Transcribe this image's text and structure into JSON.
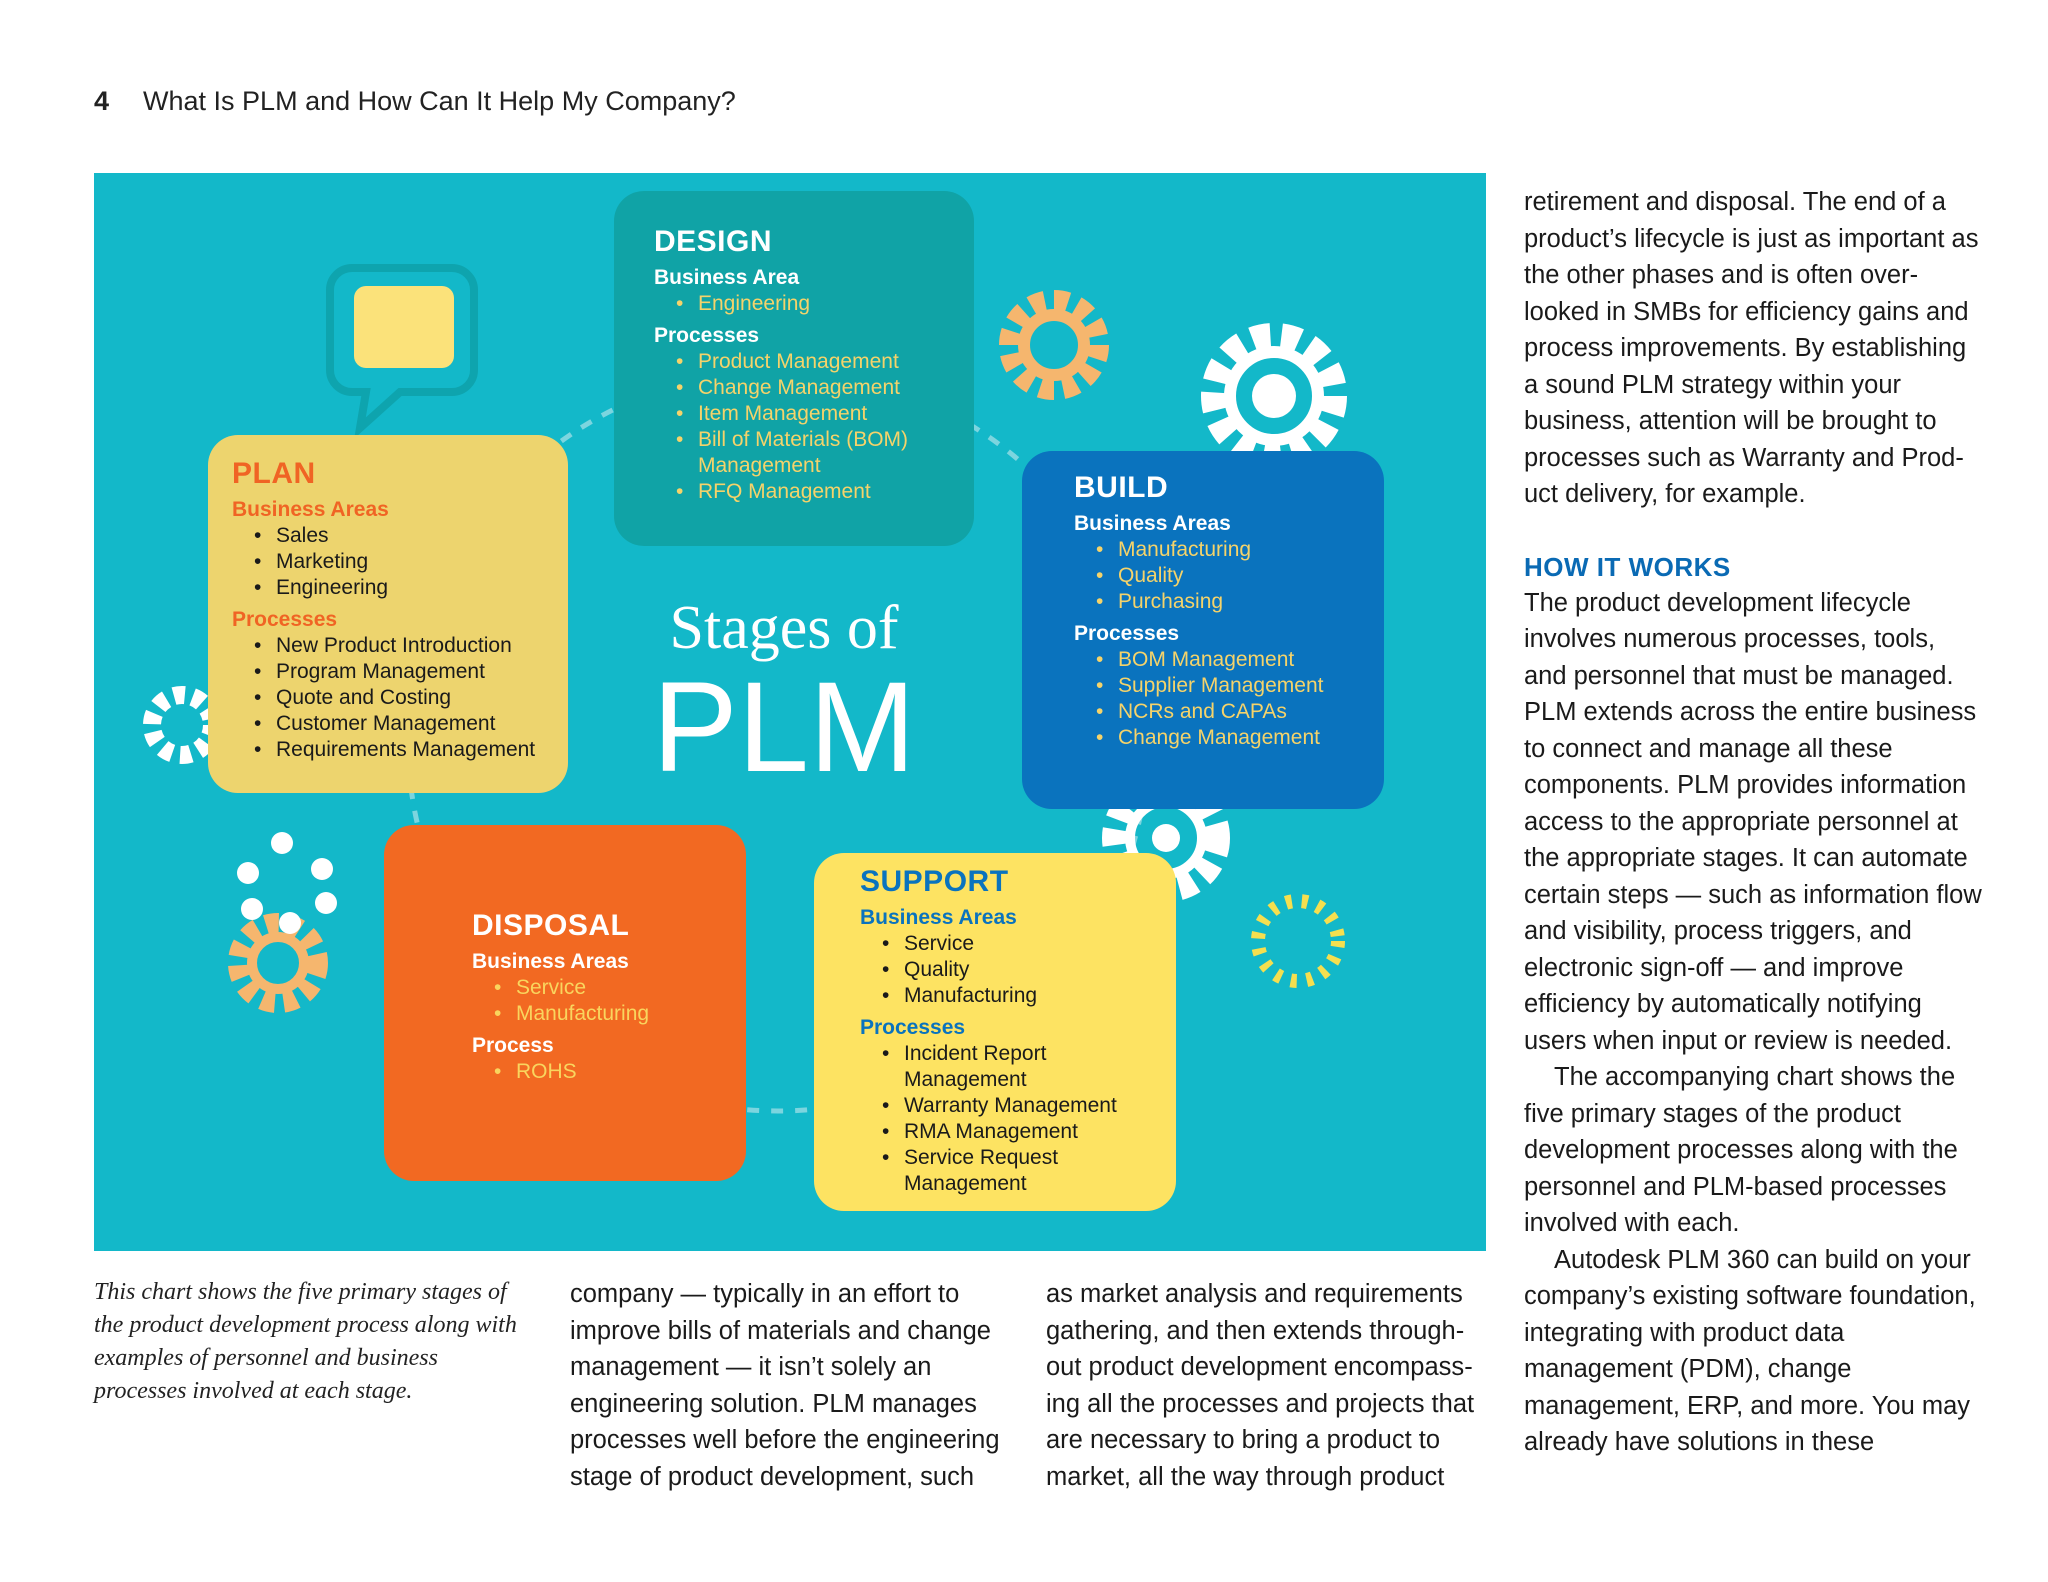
{
  "header": {
    "page_number": "4",
    "title": "What Is PLM and How Can It Help My Company?"
  },
  "figure": {
    "center": {
      "line1": "Stages of",
      "line2": "PLM"
    },
    "design": {
      "title": "DESIGN",
      "business_label": "Business Area",
      "business": [
        "Engineering"
      ],
      "process_label": "Processes",
      "processes": [
        "Product Management",
        "Change Management",
        "Item Management",
        "Bill of Materials (BOM) Management",
        "RFQ Management"
      ]
    },
    "plan": {
      "title": "PLAN",
      "business_label": "Business Areas",
      "business": [
        "Sales",
        "Marketing",
        "Engineering"
      ],
      "process_label": "Processes",
      "processes": [
        "New Product Introduction",
        "Program Management",
        "Quote and Costing",
        "Customer Management",
        "Requirements Management"
      ]
    },
    "build": {
      "title": "BUILD",
      "business_label": "Business Areas",
      "business": [
        "Manufacturing",
        "Quality",
        "Purchasing"
      ],
      "process_label": "Processes",
      "processes": [
        "BOM Management",
        "Supplier Management",
        "NCRs and CAPAs",
        "Change Management"
      ]
    },
    "disposal": {
      "title": "DISPOSAL",
      "business_label": "Business Areas",
      "business": [
        "Service",
        "Manufacturing"
      ],
      "process_label": "Process",
      "processes": [
        "ROHS"
      ]
    },
    "support": {
      "title": "SUPPORT",
      "business_label": "Business Areas",
      "business": [
        "Service",
        "Quality",
        "Manufacturing"
      ],
      "process_label": "Processes",
      "processes": [
        "Incident Report Management",
        "Warranty Management",
        "RMA Management",
        "Service Request Management"
      ]
    },
    "colors": {
      "background": "#13B8C9",
      "design": "#10A3A6",
      "plan": "#EDD46E",
      "build": "#0A73BE",
      "disposal": "#F26922",
      "support": "#FDE362",
      "gold_text": "#F5D36A",
      "gear_orange": "#F5B66E"
    },
    "icons": [
      "speech-bubble-icon",
      "gear-icon"
    ]
  },
  "caption": "This chart shows the five primary stages of the product development process along with examples of personnel and business processes involved at each stage.",
  "columns": {
    "col1": "company — typically in an effort to improve bills of materials and change management — it isn’t solely an engineering solution. PLM manages processes well before the engineering stage of product development, such",
    "col2": "as market analysis and requirements gathering, and then extends through­out product development encompass­ing all the processes and projects that are necessary to bring a product to market, all the way through product",
    "col3_intro": "retirement and disposal. The end of a product’s lifecycle is just as important as the other phases and is often over­looked in SMBs for efficiency gains and process improvements. By establish­ing a sound PLM strategy within your business, attention will be brought to processes such as Warranty and Prod­uct delivery, for example.",
    "col3_heading": "HOW IT WORKS",
    "col3_p1": "The product development lifecycle involves numerous processes, tools, and personnel that must be man­aged. PLM extends across the entire business to connect and manage all these components. PLM provides information access to the appropriate personnel at the appropriate stages. It can automate certain steps — such as information flow and visibility, process triggers, and electronic sign-off — and improve efficiency by automatically notifying users when input or review is needed.",
    "col3_p2": "The accompanying chart shows the five primary stages of the product development processes along with the personnel and PLM-based processes involved with each.",
    "col3_p3": "Autodesk PLM 360 can build on your company’s existing software foundation, integrating with product data management (PDM), change management, ERP, and more. You may already have solutions in these"
  }
}
